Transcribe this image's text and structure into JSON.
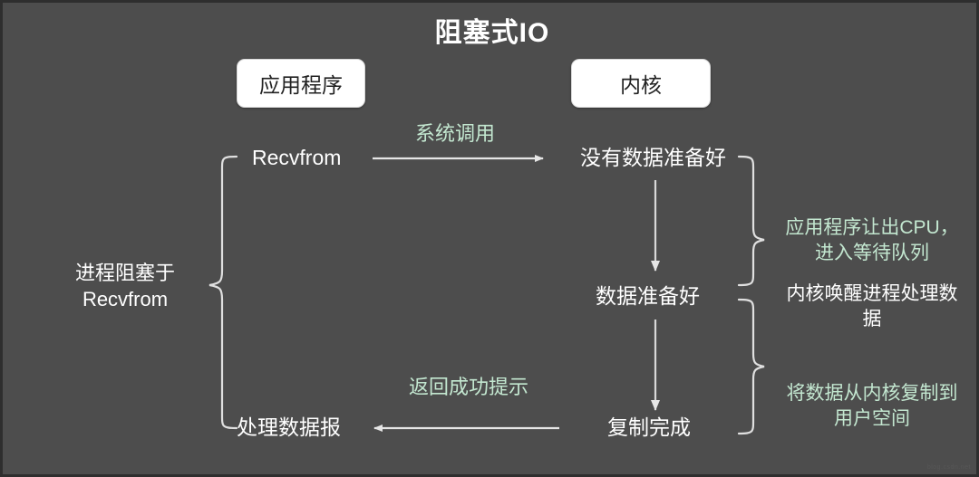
{
  "diagram": {
    "title": "阻塞式IO",
    "background_color": "#4d4d4d",
    "accent_green": "#c3e7d0",
    "text_color": "#ffffff",
    "watermark": "blog.csdn.net"
  },
  "boxes": [
    {
      "id": "app",
      "label": "应用程序"
    },
    {
      "id": "kernel",
      "label": "内核"
    }
  ],
  "left_bracket_label": {
    "line1": "进程阻塞于",
    "line2": "Recvfrom"
  },
  "nodes": {
    "recvfrom": "Recvfrom",
    "handle_datagram": "处理数据报",
    "no_data_ready": "没有数据准备好",
    "data_ready": "数据准备好",
    "copy_done": "复制完成"
  },
  "arrow_labels": {
    "syscall": "系统调用",
    "return_success": "返回成功提示"
  },
  "annotations": [
    {
      "id": "yield-cpu",
      "color": "#c3e7d0",
      "line1": "应用程序让出CPU，",
      "line2": "进入等待队列"
    },
    {
      "id": "kernel-wake",
      "color": "#ffffff",
      "line1": "内核唤醒进程处理数",
      "line2": "据"
    },
    {
      "id": "copy-to-user",
      "color": "#c3e7d0",
      "line1": "将数据从内核复制到",
      "line2": "用户空间"
    }
  ]
}
